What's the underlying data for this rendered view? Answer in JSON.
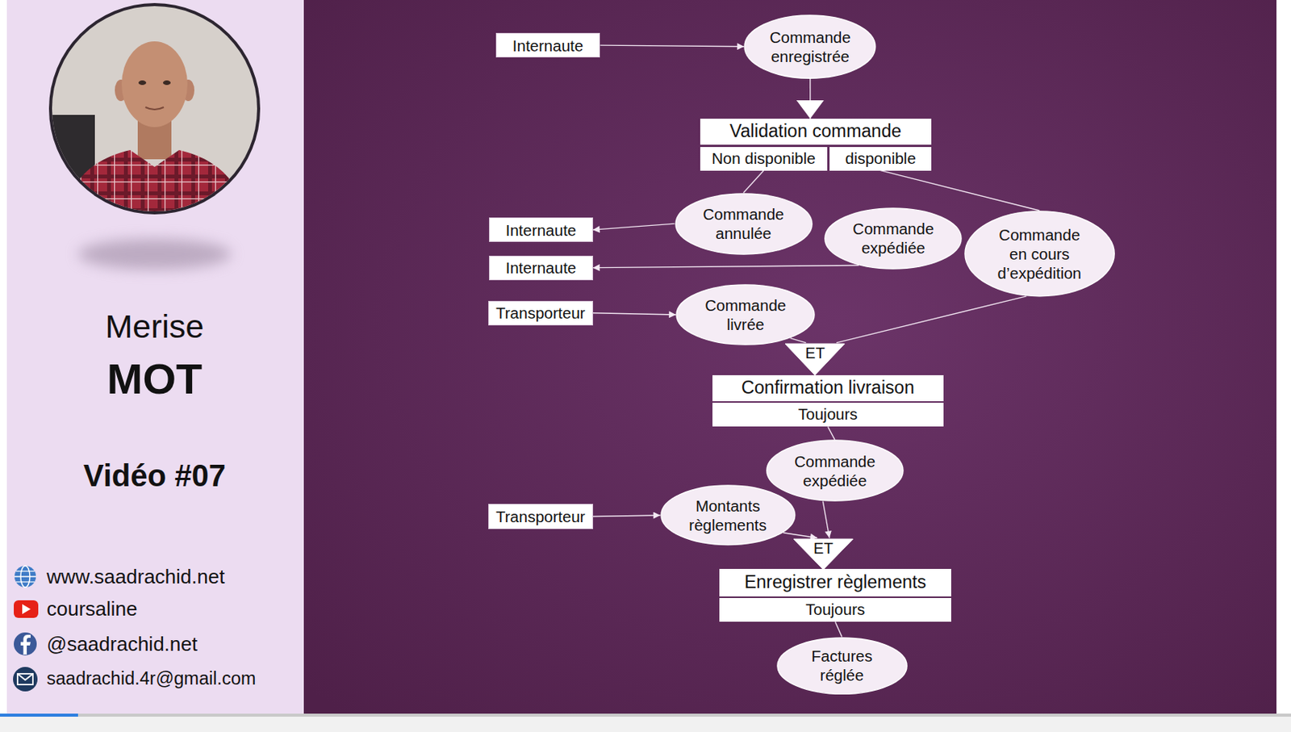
{
  "diagram": {
    "nodes": [
      {
        "text": [
          "Internaute"
        ]
      },
      {
        "text": [
          "Commande enregistrée"
        ]
      },
      {
        "text": [
          "Validation commande"
        ]
      },
      {
        "text": [
          "Non disponible"
        ],
        "in": 2
      },
      {
        "text": [
          "disponible"
        ],
        "in": 2
      },
      {
        "text": [
          "Internaute"
        ]
      },
      {
        "text": [
          "Commande annulée"
        ]
      },
      {
        "text": [
          "Commande expédiée"
        ]
      },
      {
        "text": [
          "Commande en cours d’expédition"
        ]
      },
      {
        "text": [
          "Internaute"
        ]
      },
      {
        "text": [
          "Transporteur"
        ]
      },
      {
        "text": [
          "Commande livrée"
        ]
      },
      {
        "text": [
          "ET"
        ]
      },
      {
        "text": [
          "Confirmation livraison"
        ]
      },
      {
        "text": [
          "Toujours"
        ],
        "in": 13
      },
      {
        "text": [
          "Commande expédiée"
        ]
      },
      {
        "text": [
          "Transporteur"
        ]
      },
      {
        "text": [
          "Montants règlements"
        ]
      },
      {
        "text": [
          "ET"
        ]
      },
      {
        "text": [
          "Enregistrer règlements"
        ]
      },
      {
        "text": [
          "Toujours"
        ],
        "in": 19
      },
      {
        "text": [
          "Factures réglée"
        ]
      }
    ],
    "edges": [
      {
        "from": 0,
        "to": 1,
        "arrow": "to"
      },
      {
        "from": 1,
        "to": 2,
        "arrow": "to"
      },
      {
        "from": 3,
        "to": 6,
        "arrow": "none"
      },
      {
        "from": 4,
        "to": 8,
        "arrow": "none"
      },
      {
        "from": 6,
        "to": 5,
        "arrow": "to"
      },
      {
        "from": 7,
        "to": 9,
        "arrow": "to"
      },
      {
        "from": 10,
        "to": 11,
        "arrow": "to"
      },
      {
        "from": 11,
        "to": 12,
        "arrow": "none"
      },
      {
        "from": 8,
        "to": 12,
        "arrow": "none"
      },
      {
        "from": 14,
        "to": 15,
        "arrow": "none"
      },
      {
        "from": 16,
        "to": 17,
        "arrow": "to"
      },
      {
        "from": 17,
        "to": 18,
        "arrow": "to"
      },
      {
        "from": 15,
        "to": 18,
        "arrow": "to"
      },
      {
        "from": 20,
        "to": 21,
        "arrow": "none"
      }
    ],
    "labels": [
      "Merise",
      "MOT",
      "Vidéo #07",
      "www.saadrachid.net",
      "coursaline",
      "@saadrachid.net",
      "saadrachid.4r@gmail.com"
    ]
  }
}
